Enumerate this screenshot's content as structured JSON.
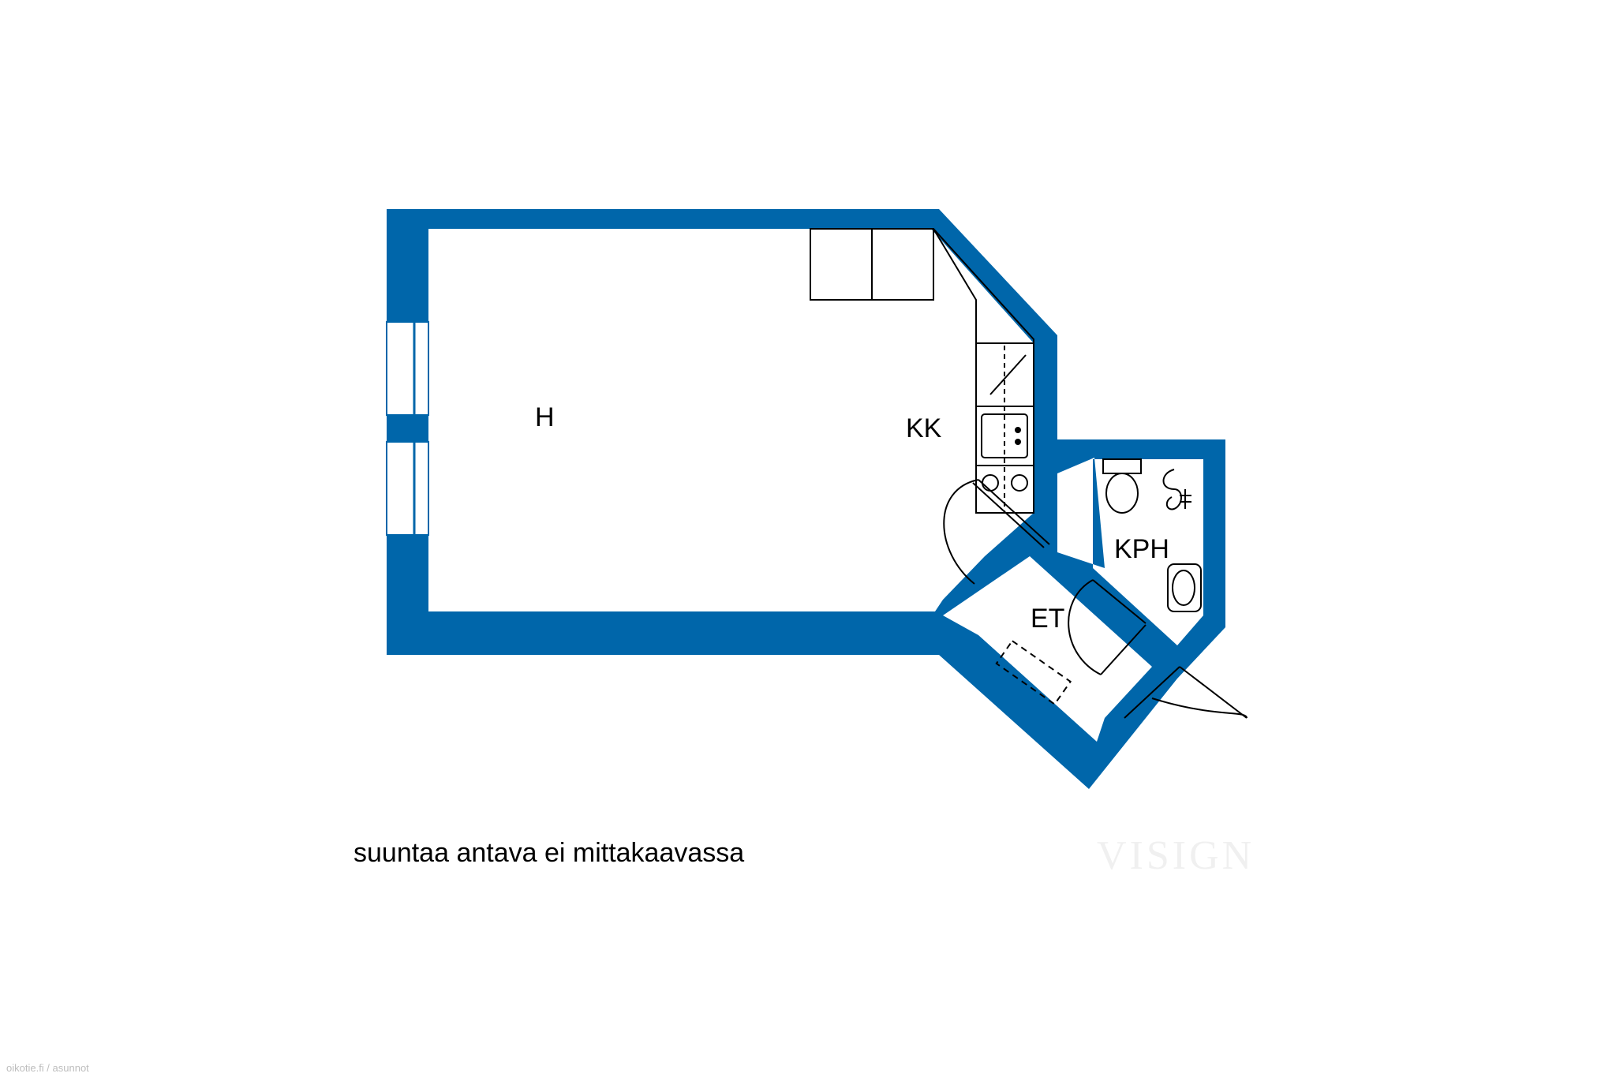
{
  "colors": {
    "wall": "#0066aa",
    "line": "#000000",
    "background": "#ffffff"
  },
  "rooms": {
    "living": "H",
    "kitchen": "KK",
    "bathroom": "KPH",
    "hall": "ET"
  },
  "note": "suuntaa antava ei mittakaavassa",
  "watermark": "VISIGN",
  "credit": "oikotie.fi / asunnot"
}
